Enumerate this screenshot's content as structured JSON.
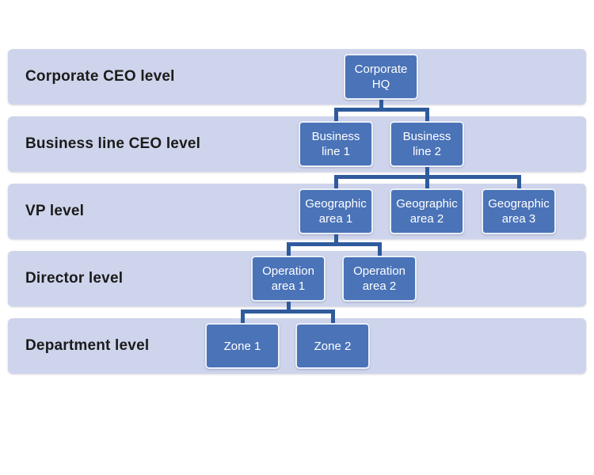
{
  "colors": {
    "band_fill": "#CED4EB",
    "box_fill": "#4A73B8",
    "box_border": "#EBEFF8",
    "connector": "#2F5B9D",
    "label_text": "#1B1B1B",
    "box_text": "#FFFFFF",
    "page_bg": "#FFFFFF"
  },
  "diagram_type": "org-chart",
  "rows": [
    {
      "label": "Corporate CEO level",
      "nodes": [
        {
          "id": "corporate-hq",
          "label": "Corporate\nHQ"
        }
      ]
    },
    {
      "label": "Business line CEO level",
      "nodes": [
        {
          "id": "business-line-1",
          "label": "Business\nline 1"
        },
        {
          "id": "business-line-2",
          "label": "Business\nline 2"
        }
      ]
    },
    {
      "label": "VP level",
      "nodes": [
        {
          "id": "geographic-area-1",
          "label": "Geographic\narea 1"
        },
        {
          "id": "geographic-area-2",
          "label": "Geographic\narea 2"
        },
        {
          "id": "geographic-area-3",
          "label": "Geographic\narea 3"
        }
      ]
    },
    {
      "label": "Director level",
      "nodes": [
        {
          "id": "operation-area-1",
          "label": "Operation\narea 1"
        },
        {
          "id": "operation-area-2",
          "label": "Operation\narea 2"
        }
      ]
    },
    {
      "label": "Department level",
      "nodes": [
        {
          "id": "zone-1",
          "label": "Zone 1"
        },
        {
          "id": "zone-2",
          "label": "Zone 2"
        }
      ]
    }
  ],
  "hierarchy": [
    {
      "parent": "corporate-hq",
      "children": [
        "business-line-1",
        "business-line-2"
      ]
    },
    {
      "parent": "business-line-2",
      "children": [
        "geographic-area-1",
        "geographic-area-2",
        "geographic-area-3"
      ]
    },
    {
      "parent": "geographic-area-1",
      "children": [
        "operation-area-1",
        "operation-area-2"
      ]
    },
    {
      "parent": "operation-area-1",
      "children": [
        "zone-1",
        "zone-2"
      ]
    }
  ]
}
